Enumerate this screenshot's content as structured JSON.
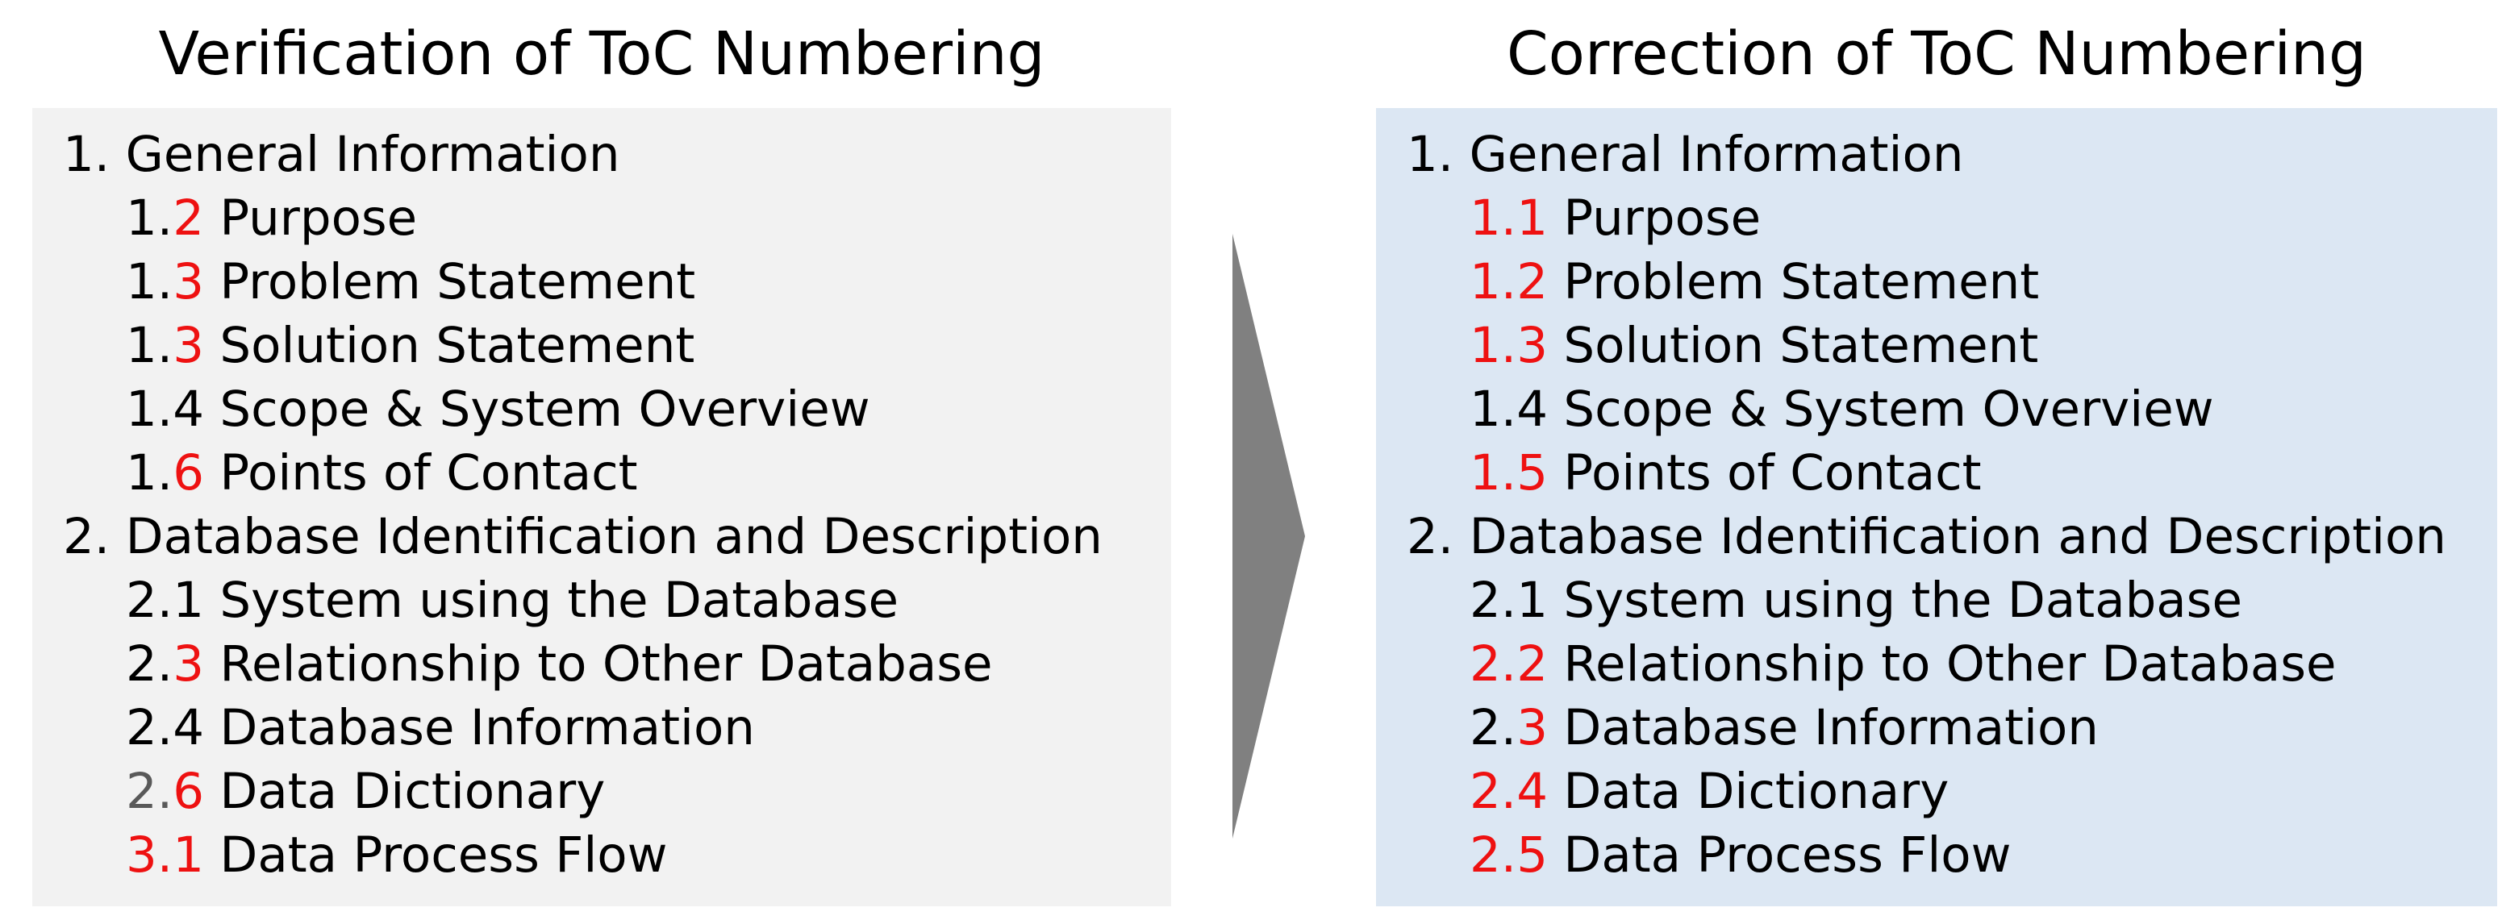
{
  "left": {
    "title": "Verification of ToC Numbering",
    "items": [
      {
        "level": 1,
        "num": [
          {
            "t": "1.",
            "c": ""
          }
        ],
        "label": "General Information"
      },
      {
        "level": 2,
        "num": [
          {
            "t": "1.",
            "c": ""
          },
          {
            "t": "2",
            "c": "red"
          }
        ],
        "label": "Purpose"
      },
      {
        "level": 2,
        "num": [
          {
            "t": "1.",
            "c": ""
          },
          {
            "t": "3",
            "c": "red"
          }
        ],
        "label": "Problem Statement"
      },
      {
        "level": 2,
        "num": [
          {
            "t": "1.",
            "c": ""
          },
          {
            "t": "3",
            "c": "red"
          }
        ],
        "label": "Solution Statement"
      },
      {
        "level": 2,
        "num": [
          {
            "t": "1.4",
            "c": ""
          }
        ],
        "label": "Scope & System Overview"
      },
      {
        "level": 2,
        "num": [
          {
            "t": "1.",
            "c": ""
          },
          {
            "t": "6",
            "c": "red"
          }
        ],
        "label": "Points of Contact"
      },
      {
        "level": 1,
        "num": [
          {
            "t": "2.",
            "c": ""
          }
        ],
        "label": "Database Identification and Description"
      },
      {
        "level": 2,
        "num": [
          {
            "t": "2.1",
            "c": ""
          }
        ],
        "label": "System using the Database"
      },
      {
        "level": 2,
        "num": [
          {
            "t": "2.",
            "c": ""
          },
          {
            "t": "3",
            "c": "red"
          }
        ],
        "label": "Relationship to Other Database"
      },
      {
        "level": 2,
        "num": [
          {
            "t": "2.4",
            "c": ""
          }
        ],
        "label": "Database Information"
      },
      {
        "level": 2,
        "num": [
          {
            "t": "2.",
            "c": "gray"
          },
          {
            "t": "6",
            "c": "red"
          }
        ],
        "label": "Data Dictionary"
      },
      {
        "level": 2,
        "num": [
          {
            "t": "3.1",
            "c": "red"
          }
        ],
        "label": "Data Process Flow"
      }
    ]
  },
  "right": {
    "title": "Correction of ToC Numbering",
    "items": [
      {
        "level": 1,
        "num": [
          {
            "t": "1.",
            "c": ""
          }
        ],
        "label": "General Information"
      },
      {
        "level": 2,
        "num": [
          {
            "t": "1.1",
            "c": "red"
          }
        ],
        "label": "Purpose"
      },
      {
        "level": 2,
        "num": [
          {
            "t": "1.2",
            "c": "red"
          }
        ],
        "label": "Problem Statement"
      },
      {
        "level": 2,
        "num": [
          {
            "t": "1.3",
            "c": "red"
          }
        ],
        "label": "Solution Statement"
      },
      {
        "level": 2,
        "num": [
          {
            "t": "1.4",
            "c": ""
          }
        ],
        "label": "Scope & System Overview"
      },
      {
        "level": 2,
        "num": [
          {
            "t": "1.5",
            "c": "red"
          }
        ],
        "label": "Points of Contact"
      },
      {
        "level": 1,
        "num": [
          {
            "t": "2.",
            "c": ""
          }
        ],
        "label": "Database Identification and Description"
      },
      {
        "level": 2,
        "num": [
          {
            "t": "2.1",
            "c": ""
          }
        ],
        "label": "System using the Database"
      },
      {
        "level": 2,
        "num": [
          {
            "t": "2.2",
            "c": "red"
          }
        ],
        "label": "Relationship to Other Database"
      },
      {
        "level": 2,
        "num": [
          {
            "t": "2.",
            "c": ""
          },
          {
            "t": "3",
            "c": "red"
          }
        ],
        "label": "Database Information"
      },
      {
        "level": 2,
        "num": [
          {
            "t": "2.4",
            "c": "red"
          }
        ],
        "label": "Data Dictionary"
      },
      {
        "level": 2,
        "num": [
          {
            "t": "2.5",
            "c": "red"
          }
        ],
        "label": "Data Process Flow"
      }
    ]
  },
  "colors": {
    "highlight": "#ee1111",
    "muted": "#595959",
    "panel_left_bg": "#f2f2f2",
    "panel_right_bg": "#dce7f3",
    "arrow_fill": "#808080"
  },
  "arrow_icon": "chevron-right-icon"
}
